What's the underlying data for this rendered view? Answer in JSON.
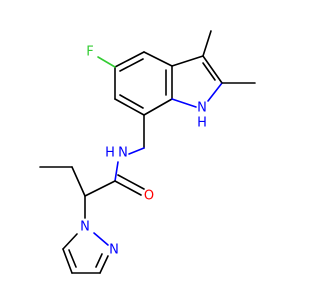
{
  "atoms": {
    "fluorine": "F",
    "indole_n": "N",
    "indole_h": "H",
    "amide_nh": "N",
    "amide_h": "H",
    "carbonyl_o": "O",
    "pyrazole_n1": "N",
    "pyrazole_n2": "N"
  },
  "colors": {
    "carbon_bond": "#000000",
    "nitrogen": "#0000ff",
    "oxygen": "#ff0000",
    "fluorine": "#33cc33"
  }
}
